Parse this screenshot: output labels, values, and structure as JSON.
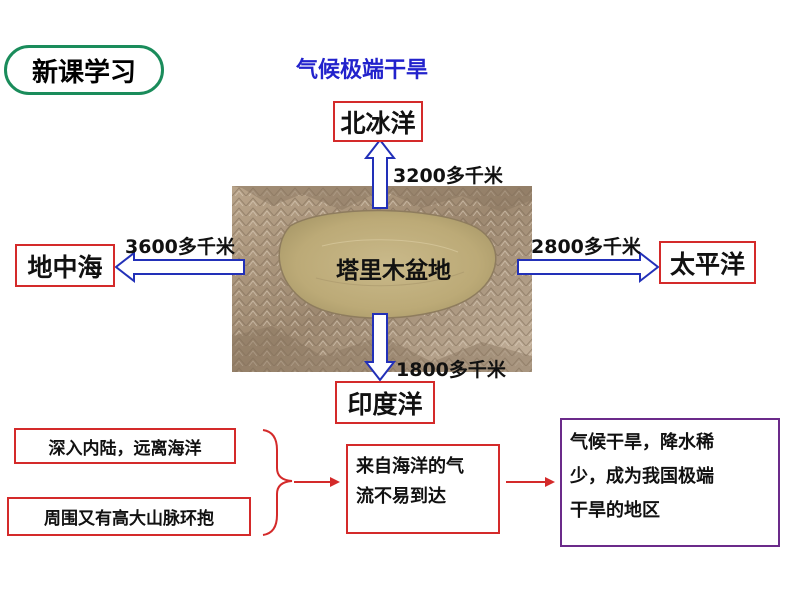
{
  "badge": {
    "label": "新课学习"
  },
  "title": "气候极端干旱",
  "center_label": "塔里木盆地",
  "oceans": {
    "north": {
      "name": "北冰洋",
      "distance": "3200多千米"
    },
    "west": {
      "name": "地中海",
      "distance": "3600多千米"
    },
    "east": {
      "name": "太平洋",
      "distance": "2800多千米"
    },
    "south": {
      "name": "印度洋",
      "distance": "1800多千米"
    }
  },
  "causes": [
    {
      "text": "深入内陆，远离海洋"
    },
    {
      "text": "周围又有高大山脉环抱"
    }
  ],
  "effect": {
    "line1": "来自海洋的气",
    "line2": "流不易到达"
  },
  "result": {
    "line1": "气候干旱，降水稀",
    "line2": "少，成为我国极端",
    "line3": "干旱的地区"
  },
  "colors": {
    "badge_border": "#1a8c5b",
    "title": "#2222cc",
    "ocean_border": "#d42a2a",
    "arrow": "#2230b8",
    "flow_arrow": "#d42a2a",
    "result_border": "#6b2a8a"
  }
}
